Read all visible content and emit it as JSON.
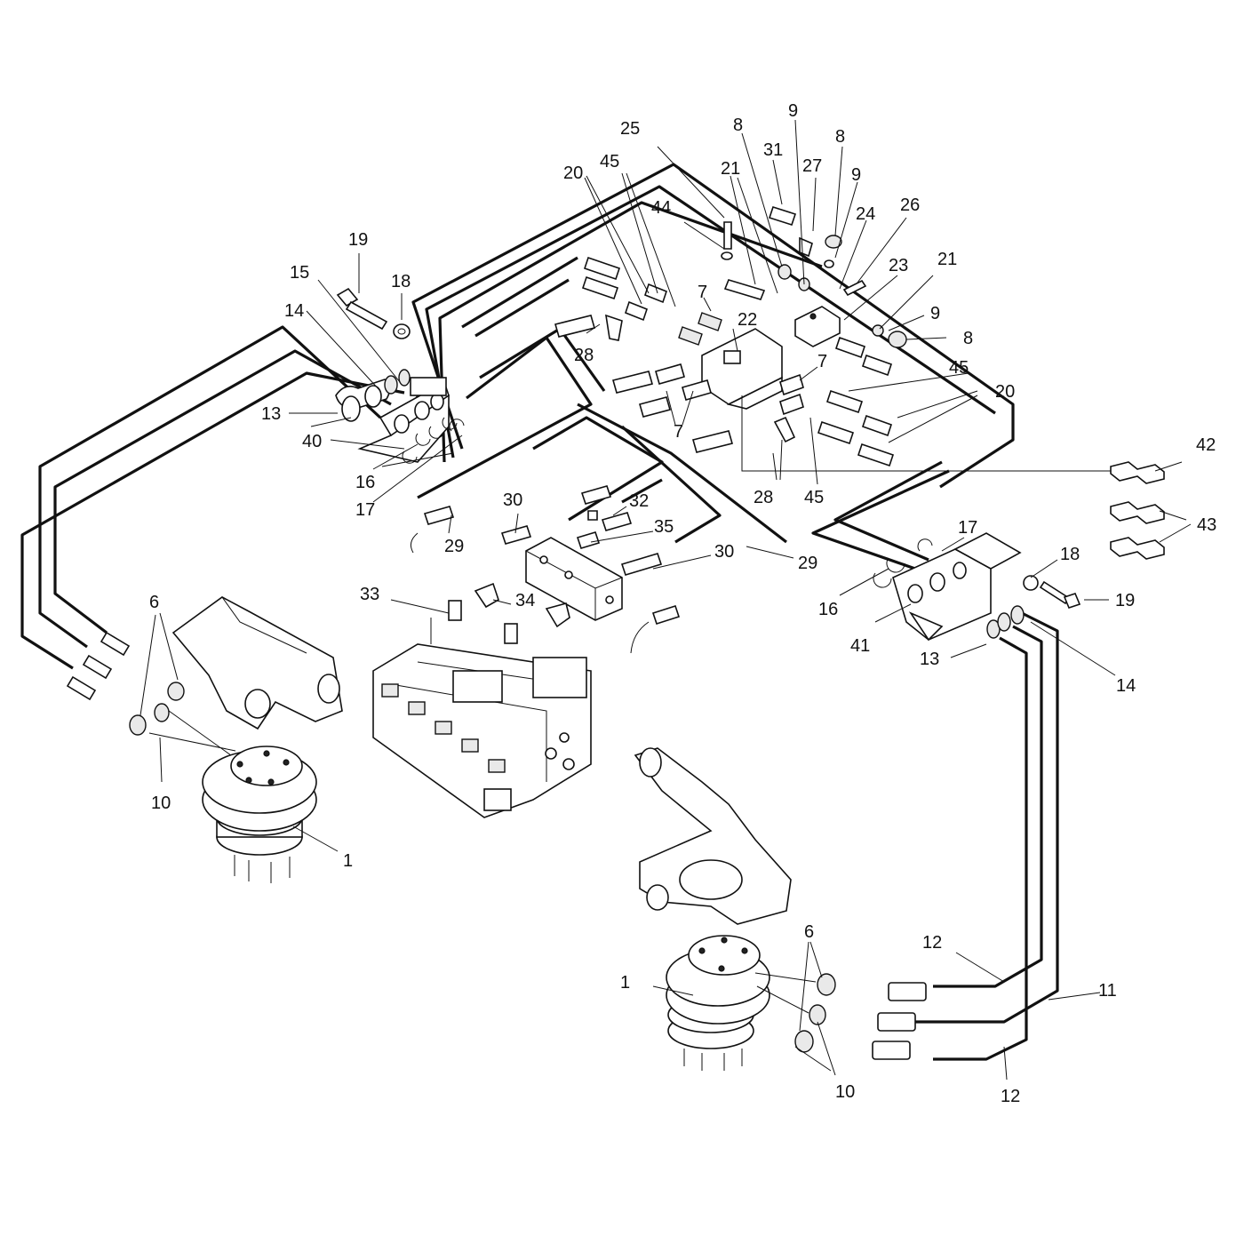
{
  "colors": {
    "ink": "#111111",
    "background": "#ffffff",
    "part_fill": "#e9e9e9"
  },
  "callouts": [
    {
      "id": "c1",
      "label": "1"
    },
    {
      "id": "c1b",
      "label": "1"
    },
    {
      "id": "c6",
      "label": "6"
    },
    {
      "id": "c6b",
      "label": "6"
    },
    {
      "id": "c7",
      "label": "7"
    },
    {
      "id": "c7b",
      "label": "7"
    },
    {
      "id": "c7c",
      "label": "7"
    },
    {
      "id": "c8",
      "label": "8"
    },
    {
      "id": "c8b",
      "label": "8"
    },
    {
      "id": "c8c",
      "label": "8"
    },
    {
      "id": "c9",
      "label": "9"
    },
    {
      "id": "c9b",
      "label": "9"
    },
    {
      "id": "c9c",
      "label": "9"
    },
    {
      "id": "c10",
      "label": "10"
    },
    {
      "id": "c10b",
      "label": "10"
    },
    {
      "id": "c11",
      "label": "11"
    },
    {
      "id": "c12",
      "label": "12"
    },
    {
      "id": "c12b",
      "label": "12"
    },
    {
      "id": "c13",
      "label": "13"
    },
    {
      "id": "c13b",
      "label": "13"
    },
    {
      "id": "c14",
      "label": "14"
    },
    {
      "id": "c14b",
      "label": "14"
    },
    {
      "id": "c15",
      "label": "15"
    },
    {
      "id": "c16",
      "label": "16"
    },
    {
      "id": "c16b",
      "label": "16"
    },
    {
      "id": "c17",
      "label": "17"
    },
    {
      "id": "c17b",
      "label": "17"
    },
    {
      "id": "c18",
      "label": "18"
    },
    {
      "id": "c18b",
      "label": "18"
    },
    {
      "id": "c19",
      "label": "19"
    },
    {
      "id": "c19b",
      "label": "19"
    },
    {
      "id": "c20",
      "label": "20"
    },
    {
      "id": "c20b",
      "label": "20"
    },
    {
      "id": "c21",
      "label": "21"
    },
    {
      "id": "c21b",
      "label": "21"
    },
    {
      "id": "c22",
      "label": "22"
    },
    {
      "id": "c23",
      "label": "23"
    },
    {
      "id": "c24",
      "label": "24"
    },
    {
      "id": "c25",
      "label": "25"
    },
    {
      "id": "c26",
      "label": "26"
    },
    {
      "id": "c27",
      "label": "27"
    },
    {
      "id": "c28",
      "label": "28"
    },
    {
      "id": "c28b",
      "label": "28"
    },
    {
      "id": "c29",
      "label": "29"
    },
    {
      "id": "c29b",
      "label": "29"
    },
    {
      "id": "c30",
      "label": "30"
    },
    {
      "id": "c30b",
      "label": "30"
    },
    {
      "id": "c31",
      "label": "31"
    },
    {
      "id": "c32",
      "label": "32"
    },
    {
      "id": "c33",
      "label": "33"
    },
    {
      "id": "c34",
      "label": "34"
    },
    {
      "id": "c35",
      "label": "35"
    },
    {
      "id": "c40",
      "label": "40"
    },
    {
      "id": "c41",
      "label": "41"
    },
    {
      "id": "c42",
      "label": "42"
    },
    {
      "id": "c43",
      "label": "43"
    },
    {
      "id": "c44",
      "label": "44"
    },
    {
      "id": "c45",
      "label": "45"
    },
    {
      "id": "c45b",
      "label": "45"
    },
    {
      "id": "c45c",
      "label": "45"
    }
  ]
}
